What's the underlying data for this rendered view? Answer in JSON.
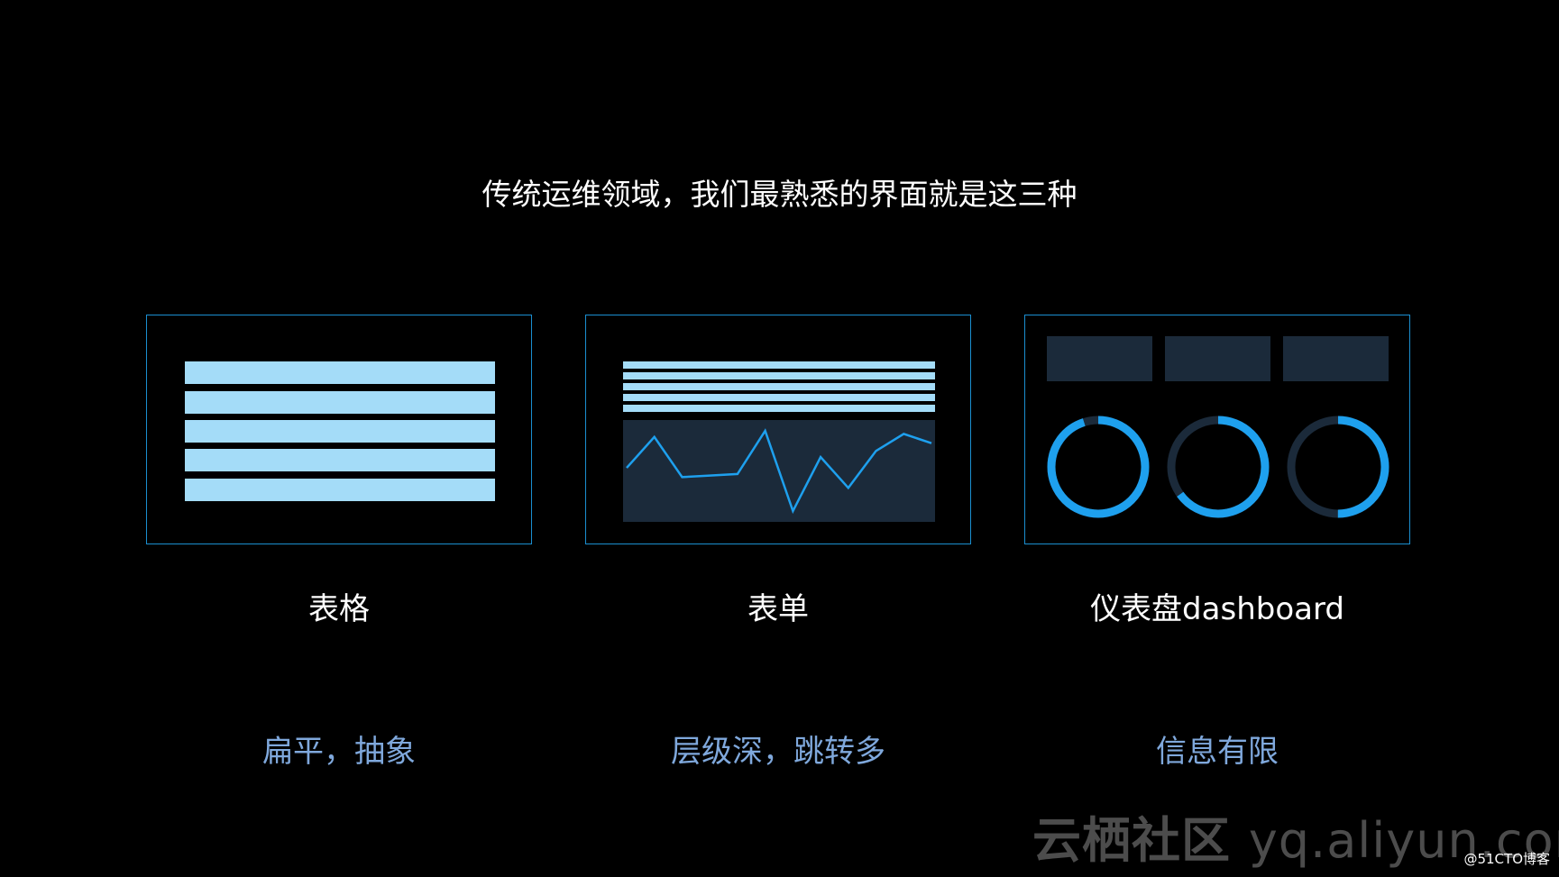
{
  "slide": {
    "title": "传统运维领域，我们最熟悉的界面就是这三种"
  },
  "panels": [
    {
      "label": "表格",
      "description": "扁平，抽象"
    },
    {
      "label": "表单",
      "description": "层级深，跳转多"
    },
    {
      "label": "仪表盘dashboard",
      "description": "信息有限"
    }
  ],
  "illustration": {
    "chart_series": [
      10,
      30,
      4,
      5,
      6,
      34,
      -18,
      17,
      -3,
      21,
      32,
      26
    ],
    "gauge_fractions": [
      0.95,
      0.65,
      0.5
    ]
  },
  "watermark": {
    "brand": "云栖社区",
    "url": "yq.aliyun.com"
  },
  "credit": "@51CTO博客",
  "colors": {
    "background": "#000000",
    "panel_border": "#1b8fd0",
    "bar_fill": "#a4dcf8",
    "dark_fill": "#1b2a3a",
    "accent_blue": "#1ea0ee",
    "description_text": "#7fa8dc"
  }
}
